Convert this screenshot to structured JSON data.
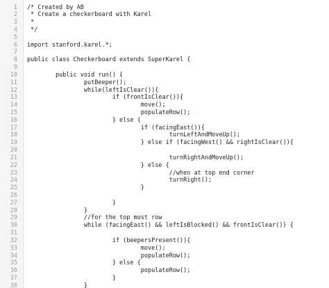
{
  "editor": {
    "lines": [
      {
        "n": "1",
        "text": "/* Created by AB"
      },
      {
        "n": "2",
        "text": " * Create a checkerboard with Karel"
      },
      {
        "n": "3",
        "text": " *"
      },
      {
        "n": "4",
        "text": " */"
      },
      {
        "n": "5",
        "text": ""
      },
      {
        "n": "6",
        "text": "import stanford.karel.*;"
      },
      {
        "n": "7",
        "text": ""
      },
      {
        "n": "8",
        "text": "public class Checkerboard extends SuperKarel {"
      },
      {
        "n": "9",
        "text": ""
      },
      {
        "n": "10",
        "text": "        public void run() {"
      },
      {
        "n": "11",
        "text": "                putBeeper();"
      },
      {
        "n": "12",
        "text": "                while(leftIsClear()){"
      },
      {
        "n": "13",
        "text": "                        if (frontIsClear()){"
      },
      {
        "n": "14",
        "text": "                                move();"
      },
      {
        "n": "15",
        "text": "                                populateRow();"
      },
      {
        "n": "16",
        "text": "                        } else {"
      },
      {
        "n": "17",
        "text": "                                if (facingEast()){"
      },
      {
        "n": "18",
        "text": "                                        turnLeftAndMoveUp();"
      },
      {
        "n": "19",
        "text": "                                } else if (facingWest() && rightIsClear()){"
      },
      {
        "n": "20",
        "text": ""
      },
      {
        "n": "21",
        "text": "                                        turnRightAndMoveUp();"
      },
      {
        "n": "22",
        "text": "                                } else {"
      },
      {
        "n": "23",
        "text": "                                        //when at top end corner"
      },
      {
        "n": "24",
        "text": "                                        turnRight();"
      },
      {
        "n": "25",
        "text": "                                }"
      },
      {
        "n": "26",
        "text": ""
      },
      {
        "n": "27",
        "text": "                        }"
      },
      {
        "n": "28",
        "text": "                }"
      },
      {
        "n": "29",
        "text": "                //for the top most row"
      },
      {
        "n": "30",
        "text": "                while (facingEast() && leftIsBlocked() && frontIsClear()) {"
      },
      {
        "n": "31",
        "text": ""
      },
      {
        "n": "32",
        "text": "                        if (beepersPresent()){"
      },
      {
        "n": "33",
        "text": "                                move();"
      },
      {
        "n": "34",
        "text": "                                populateRow();"
      },
      {
        "n": "35",
        "text": "                        } else {"
      },
      {
        "n": "36",
        "text": "                                populateRow();"
      },
      {
        "n": "37",
        "text": "                        }"
      },
      {
        "n": "38",
        "text": "                }"
      }
    ]
  }
}
